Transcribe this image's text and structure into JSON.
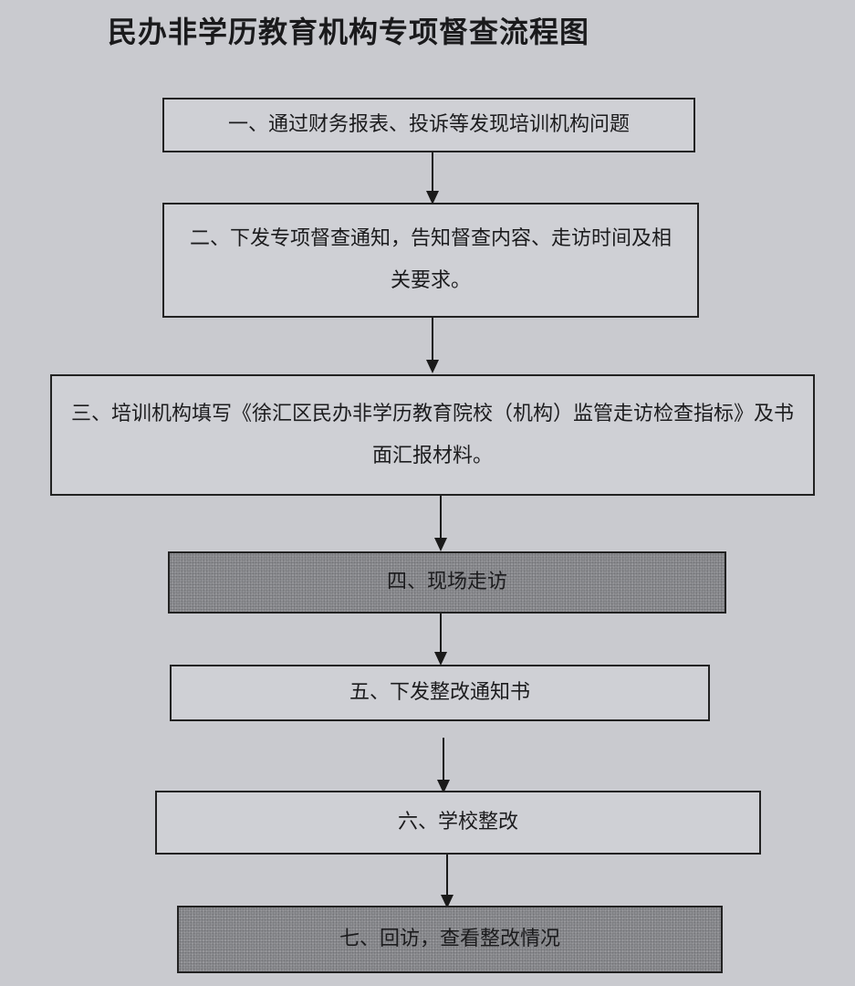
{
  "title": "民办非学历教育机构专项督查流程图",
  "colors": {
    "background": "#c9cacf",
    "box_fill": "#cfd0d5",
    "box_shaded_fill": "#8d8e92",
    "border": "#222222",
    "arrow": "#1a1a1a"
  },
  "steps": [
    {
      "id": 1,
      "label": "一、通过财务报表、投诉等发现培训机构问题",
      "shaded": false
    },
    {
      "id": 2,
      "label": "二、下发专项督查通知，告知督查内容、走访时间及相关要求。",
      "shaded": false
    },
    {
      "id": 3,
      "label": "三、培训机构填写《徐汇区民办非学历教育院校（机构）监管走访检查指标》及书面汇报材料。",
      "shaded": false
    },
    {
      "id": 4,
      "label": "四、现场走访",
      "shaded": true
    },
    {
      "id": 5,
      "label": "五、下发整改通知书",
      "shaded": false
    },
    {
      "id": 6,
      "label": "六、学校整改",
      "shaded": false
    },
    {
      "id": 7,
      "label": "七、回访，查看整改情况",
      "shaded": true
    }
  ],
  "edges": [
    {
      "from": 1,
      "to": 2
    },
    {
      "from": 2,
      "to": 3
    },
    {
      "from": 3,
      "to": 4
    },
    {
      "from": 4,
      "to": 5
    },
    {
      "from": 5,
      "to": 6
    },
    {
      "from": 6,
      "to": 7
    }
  ]
}
